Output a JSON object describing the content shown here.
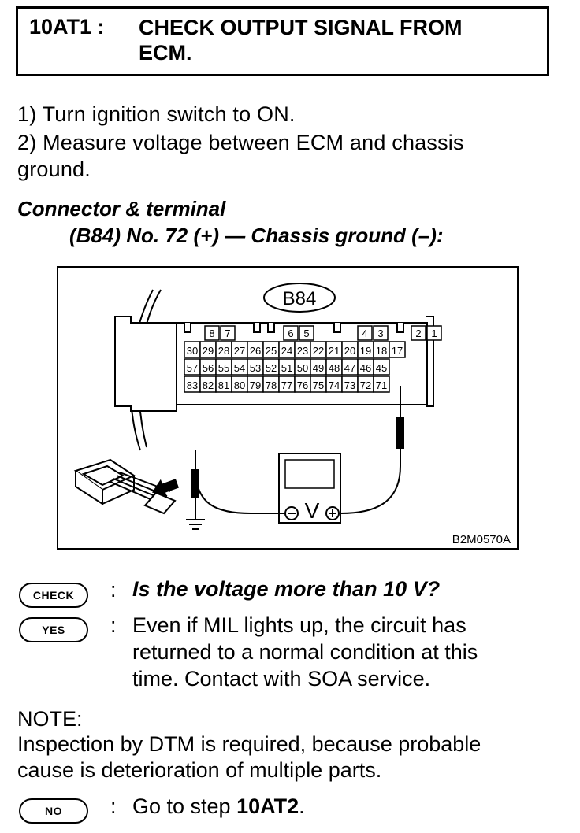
{
  "header": {
    "code": "10AT1 :",
    "title_line1": "CHECK OUTPUT SIGNAL FROM",
    "title_line2": "ECM."
  },
  "instructions": {
    "step1": "1)  Turn ignition switch to ON.",
    "step2_line1": "2)  Measure  voltage  between  ECM  and  chassis",
    "step2_line2": "ground."
  },
  "connector": {
    "heading": "Connector & terminal",
    "detail": "(B84) No. 72 (+) — Chassis ground (–):"
  },
  "figure": {
    "connector_id": "B84",
    "figure_code": "B2M0570A",
    "meter_symbol": "V",
    "row1": [
      "8",
      "7",
      "6",
      "5",
      "4",
      "3",
      "2",
      "1"
    ],
    "row2": [
      "30",
      "29",
      "28",
      "27",
      "26",
      "25",
      "24",
      "23",
      "22",
      "21",
      "20",
      "19",
      "18",
      "17"
    ],
    "row3": [
      "57",
      "56",
      "55",
      "54",
      "53",
      "52",
      "51",
      "50",
      "49",
      "48",
      "47",
      "46",
      "45"
    ],
    "row4": [
      "83",
      "82",
      "81",
      "80",
      "79",
      "78",
      "77",
      "76",
      "75",
      "74",
      "73",
      "72",
      "71"
    ]
  },
  "check": {
    "check_badge": "CHECK",
    "question": "Is the voltage more than 10 V?",
    "yes_badge": "YES",
    "yes_line1": "Even  if  MIL  lights  up,  the  circuit  has",
    "yes_line2": "returned  to  a  normal  condition  at  this",
    "yes_line3": "time. Contact with SOA service.",
    "no_badge": "NO",
    "no_text_prefix": "Go to step ",
    "no_text_step": "10AT2",
    "no_text_suffix": "."
  },
  "note": {
    "label": "NOTE:",
    "line1": "Inspection by DTM is required, because probable",
    "line2": "cause is deterioration of multiple parts."
  }
}
